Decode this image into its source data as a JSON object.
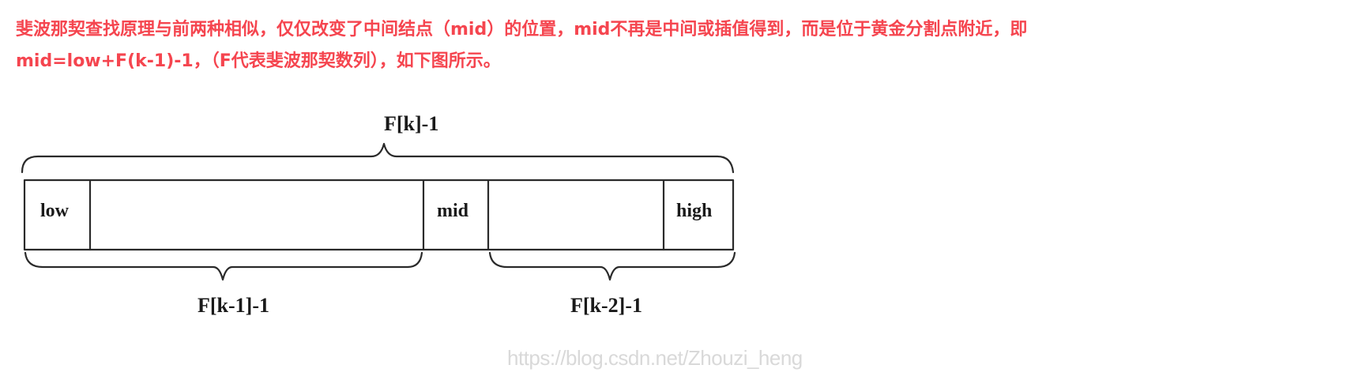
{
  "article": {
    "paragraph_line1": "斐波那契查找原理与前两种相似，仅仅改变了中间结点（mid）的位置，mid不再是中间或插值得到，而是位于黄金分割点附近，即",
    "paragraph_line2": "mid=low+F(k-1)-1，（F代表斐波那契数列），如下图所示。",
    "text_color": "#f5454f"
  },
  "figure": {
    "top_brace_label": "F[k]-1",
    "cells": [
      {
        "label": "low"
      },
      {
        "label": ""
      },
      {
        "label": "mid"
      },
      {
        "label": ""
      },
      {
        "label": "high"
      }
    ],
    "bottom_left_label": "F[k-1]-1",
    "bottom_right_label": "F[k-2]-1",
    "watermark": "https://blog.csdn.net/Zhouzi_heng"
  }
}
